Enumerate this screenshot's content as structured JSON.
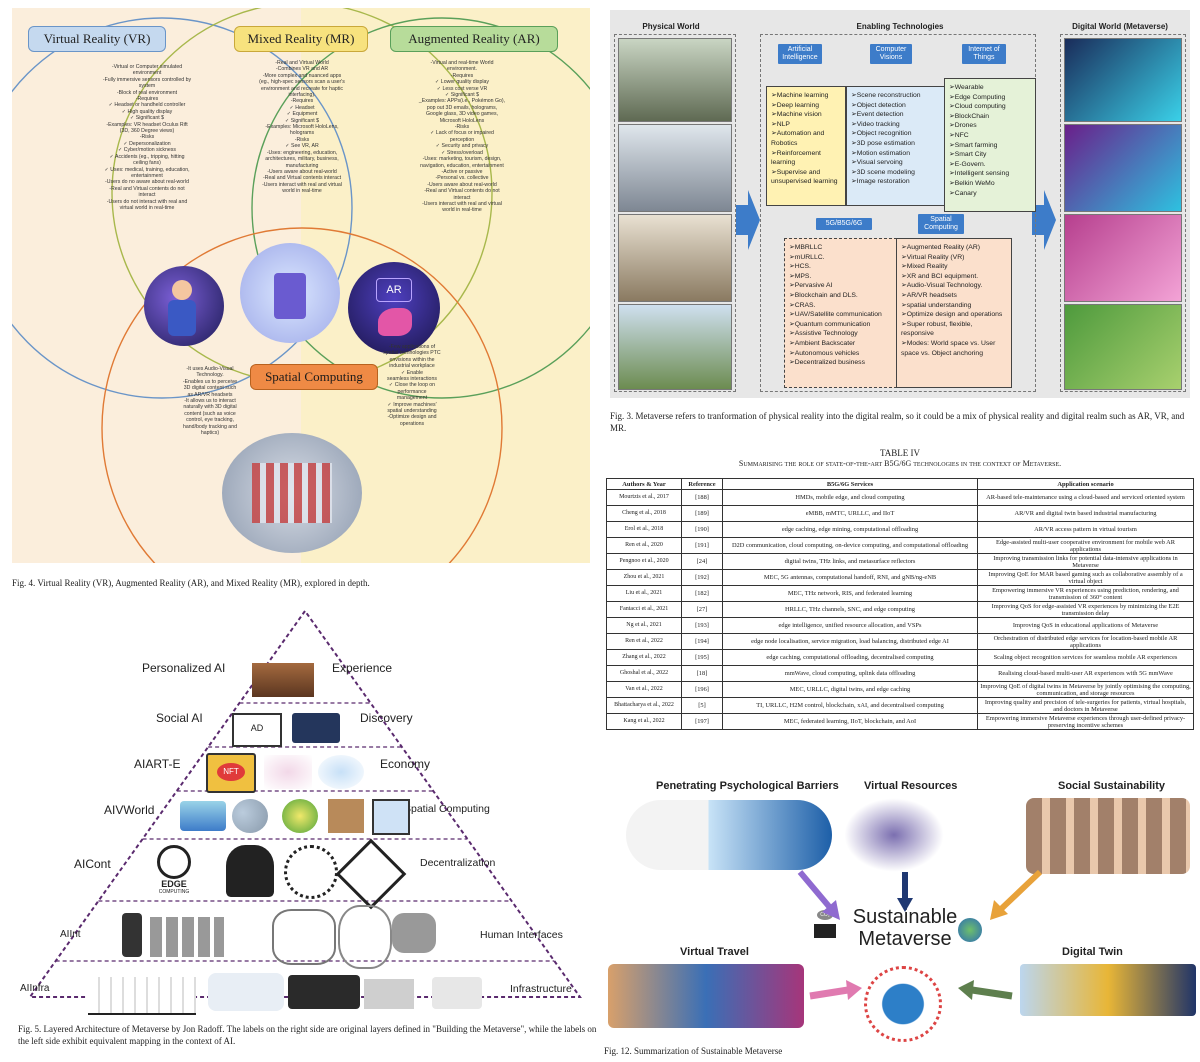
{
  "fig4": {
    "labels": {
      "vr": "Virtual Reality (VR)",
      "mr": "Mixed Reality (MR)",
      "ar": "Augmented Reality (AR)",
      "sc": "Spatial Computing"
    },
    "vr_lines": [
      "-Virtual or Computer simulated",
      "environment",
      "-Fully immersive sensors controlled by",
      "system",
      "-Block of real environment",
      "-Requires",
      "✓ Headset or handheld controller",
      "✓ High quality display",
      "✓ Significant $",
      "-Examples: VR headset Oculus Rift",
      "(3D, 360 Degree views)",
      "-Risks",
      "✓ Depersonalization",
      "✓ Cyber/motion sickness",
      "✓ Accidents (eg., tripping, hitting",
      "ceiling fans)",
      "✓ Uses: medical, training, education,",
      "entertainment",
      "-Users do no aware about real-world",
      "-Real and Virtual contents do not",
      "interact",
      "-Users do not interact with real and",
      "virtual world in real-time"
    ],
    "mr_lines": [
      "-Real and Virtual World",
      "-Combines VR and AR",
      "-More complex and nuanced apps",
      "(eg., high-spec sensors scan a user's",
      "environment and recreate for haptic",
      "interfacing).",
      "-Requires",
      "✓ Headset",
      "✓ Equipment",
      "✓ Significant $",
      "-Examples: Microsoft HoloLens,",
      "holograms",
      "-Risks",
      "✓ See VR, AR",
      "-Uses: engineering, education,",
      "architectures, military, business,",
      "manufacturing",
      "-Users aware about real-world",
      "-Real and Virtual contents interact",
      "-Users interact with real and virtual",
      "world in real-time"
    ],
    "ar_lines": [
      "-Virtual and real-time World",
      "environment.",
      "-Requires",
      "✓ Lower quality display",
      "✓ Less cost verse VR",
      "✓ Significant $",
      "_Examples: APPs(i.e., Pokémon Go),",
      "pop out 3D emails, holograms,",
      "Google glass, 3D video games,",
      "Microsoft HoloLens",
      "-Risks",
      "✓ Lack of focus or impaired",
      "perception",
      "✓ Security and privacy",
      "✓ Stress/overload",
      "-Uses: marketing, tourism, design,",
      "navigation, education, entertainment",
      "-Active or passive",
      "-Personal vs. collective",
      "-Users aware about real-world",
      "-Real and Virtual contents do not",
      "interact",
      "-Users interact with real and virtual",
      "world in real-time"
    ],
    "sc_left_lines": [
      "-It uses Audio-Visual",
      "Technology.",
      "-Enables us to perceive",
      "3D digital content such",
      "as AR/VR headsets",
      "-It allows us to interact",
      "naturally with 3D digital",
      "content (such as voice",
      "control, eye tracking,",
      "hand/body tracking and",
      "haptics)"
    ],
    "sc_right_lines": [
      "-Few applications of",
      "spatial technologies PTC",
      "envisions within the",
      "industrial workplace",
      "✓ Enable",
      "seamless interactions",
      "✓ Close the loop on",
      "performance",
      "management",
      "✓ Improve machines'",
      "spatial understanding",
      "-Optimize design and",
      "operations"
    ],
    "ar_badge": "AR",
    "caption": "Fig. 4.  Virtual Reality (VR), Augmented Reality (AR), and Mixed Reality (MR), explored in depth."
  },
  "fig3": {
    "headers": {
      "physical": "Physical World",
      "enabling": "Enabling Technologies",
      "digital": "Digital World (Metaverse)"
    },
    "ai_head": "Artificial Intelligence",
    "cv_head": "Computer Visions",
    "iot_head": "Internet of Things",
    "b5g_head": "5G/B5G/6G",
    "sc_head": "Spatial Computing",
    "ai_items": [
      "Machine learning",
      "Deep learning",
      "Machine vision",
      "NLP",
      "Automation and Robotics",
      "Reinforcement learning",
      "Supervise and unsupervised learning"
    ],
    "cv_items": [
      "Scene reconstruction",
      "Object detection",
      "Event detection",
      "Video tracking",
      "Object recognition",
      "3D pose estimation",
      "Motion estimation",
      "Visual servoing",
      "3D scene modeling",
      "Image restoration"
    ],
    "iot_items": [
      "Wearable",
      "Edge Computing",
      "Cloud computing",
      "BlockChain",
      "Drones",
      "NFC",
      "Smart farming",
      "Smart City",
      "E-Govern.",
      "Intelligent sensing",
      "Belkin WeMo",
      "Canary"
    ],
    "b5g_items": [
      "MBRLLC",
      "mURLLC.",
      "HCS.",
      "MPS.",
      "Pervasive AI",
      "Blockchain and DLS.",
      "CRAS.",
      "UAV/Satellite communication",
      "Quantum communication",
      "Assistive Technology",
      "Ambient Backscater",
      "Autonomous vehicles",
      "Decentralized business"
    ],
    "sc_items": [
      "Augmented Reality (AR)",
      "Virtual Reality (VR)",
      "Mixed Reality",
      "XR and BCI equipment.",
      "Audio-Visual Technology.",
      "AR/VR headsets",
      "spatial understanding",
      "Optimize design and operations",
      "Super robust, flexible, responsive",
      "Modes: World space vs. User space vs. Object anchoring"
    ],
    "caption": "Fig. 3.  Metaverse refers to tranformation of physical reality into the digital realm, so it could be a mix of physical reality and digital realm such as AR, VR, and MR."
  },
  "table4": {
    "title": "TABLE IV",
    "subtitle": "Summarising the role of state-of-the-art B5G/6G technologies in the context of Metaverse.",
    "headers": [
      "Authors & Year",
      "Reference",
      "B5G/6G Services",
      "Application scenario"
    ],
    "rows": [
      [
        "Mourtzis et al., 2017",
        "[188]",
        "HMDs, mobile edge, and cloud computing",
        "AR-based tele-maintenance using a cloud-based and serviced oriented system"
      ],
      [
        "Cheng et al., 2018",
        "[189]",
        "eMBB, mMTC, URLLC, and IIoT",
        "AR/VR and digital twin based industrial manufacturing"
      ],
      [
        "Erol et al., 2018",
        "[190]",
        "edge caching, edge mining, computational offloading",
        "AR/VR access pattern in virtual tourism"
      ],
      [
        "Ren et al., 2020",
        "[191]",
        "D2D communication, cloud computing, on-device computing, and computational offloading",
        "Edge-assisted multi-user cooperative environment for mobile web AR applications"
      ],
      [
        "Pengnoo et al., 2020",
        "[24]",
        "digital twins, THz links, and metasurface reflectors",
        "Improving transmission links for potential data-intensive applications in Metaverse"
      ],
      [
        "Zhou et al., 2021",
        "[192]",
        "MEC, 5G antennas, computational handoff, RNI, and gNB/ng-eNB",
        "Improving QoE for MAR based gaming such as collaborative assembly of a virtual object"
      ],
      [
        "Liu et al., 2021",
        "[182]",
        "MEC, THz network, RIS, and federated learning",
        "Empowering immersive VR experiences using prediction, rendering, and transmission of 360° content"
      ],
      [
        "Fantacci et al., 2021",
        "[27]",
        "HRLLC, THz channels, SNC, and edge computing",
        "Improving QoS for edge-assisted VR experiences by minimizing the E2E transmission delay"
      ],
      [
        "Ng et al., 2021",
        "[193]",
        "edge intelligence, unified resource allocation, and VSPs",
        "Improving QoS in educational applications of Metaverse"
      ],
      [
        "Ren et al., 2022",
        "[194]",
        "edge node localisation, service migration, load balancing, distributed edge AI",
        "Orchestration of distributed edge services for location-based mobile AR applications"
      ],
      [
        "Zhang et al., 2022",
        "[195]",
        "edge caching, computational offloading, decentralised computing",
        "Scaling object recognition services for seamless mobile AR experiences"
      ],
      [
        "Ghoshal et al., 2022",
        "[18]",
        "mmWave, cloud computing, uplink data offloading",
        "Realising cloud-based multi-user AR experiences with 5G mmWave"
      ],
      [
        "Van et al., 2022",
        "[196]",
        "MEC, URLLC, digital twins, and edge caching",
        "Improving QoE of digital twins in Metaverse by jointly optimising the computing, communication, and storage resources"
      ],
      [
        "Bhattacharya et al., 2022",
        "[5]",
        "TI, URLLC, H2M control, blockchain, xAI, and decentralised computing",
        "Improving quality and precision of tele-surgeries for patients, virtual hospitals, and doctors in Metaverse"
      ],
      [
        "Kang et al., 2022",
        "[197]",
        "MEC, federated learning, IIoT, blockchain, and AoI",
        "Empowering immersive Metaverse experiences through user-defined privacy-preserving incentive schemes"
      ]
    ]
  },
  "fig5": {
    "layers": [
      {
        "left": "Personalized AI",
        "right": "Experience"
      },
      {
        "left": "Social AI",
        "right": "Discovery"
      },
      {
        "left": "AIART-E",
        "right": "Economy"
      },
      {
        "left": "AIVWorld",
        "right": "Spatial Computing"
      },
      {
        "left": "AICont",
        "right": "Decentralization"
      },
      {
        "left": "AIInt",
        "right": "Human Interfaces"
      },
      {
        "left": "AIInfra",
        "right": "Infrastructure"
      }
    ],
    "nft": "NFT",
    "edge": "EDGE",
    "edge_sub": "COMPUTING",
    "caption": "Fig. 5.  Layered Architecture of Metaverse by Jon Radoff. The labels on the right side are original layers defined in \"Building the Metaverse\", while the labels on the left side exhibit equivalent mapping in the context of AI."
  },
  "fig12": {
    "labels": {
      "psych": "Penetrating Psychological Barriers",
      "virtual_res": "Virtual Resources",
      "social": "Social Sustainability",
      "travel": "Virtual Travel",
      "twin": "Digital Twin"
    },
    "center_line1": "Sustainable",
    "center_line2": "Metaverse",
    "co2": "CO₂",
    "caption": "Fig. 12.  Summarization of Sustainable Metaverse"
  }
}
